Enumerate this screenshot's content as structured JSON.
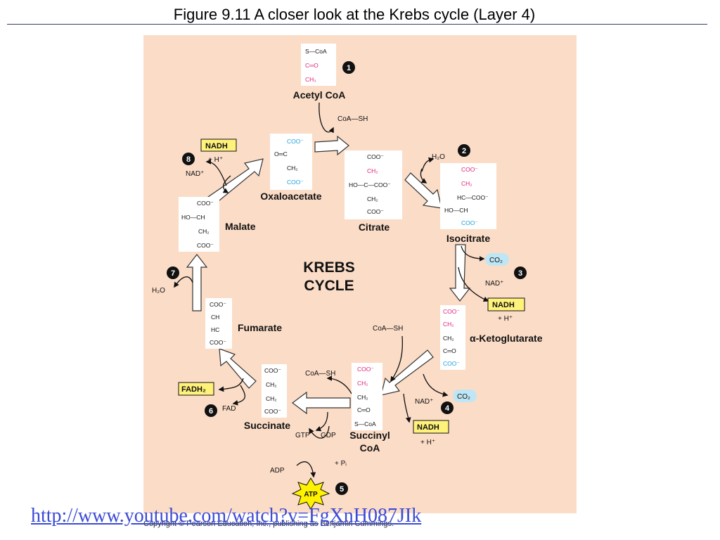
{
  "slide": {
    "title": "Figure 9.11  A closer look at the Krebs cycle (Layer 4)",
    "link_text": "http://www.youtube.com/watch?v=FgXnH087JIk",
    "copyright": "Copyright © Pearson Education, Inc., publishing as Benjamin Cummings."
  },
  "colors": {
    "background": "#fbdcc7",
    "highlight": "#fff27a",
    "co2_bubble": "#bfe6f5",
    "pink_carbon": "#e0207a",
    "blue_carbon": "#1aa0d8",
    "arrow_fill": "#ffffff"
  },
  "cycle": {
    "center_line1": "KREBS",
    "center_line2": "CYCLE",
    "molecules": {
      "acetyl_coa": {
        "name": "Acetyl CoA",
        "lines": [
          "S—CoA",
          "C═O",
          "CH₃"
        ]
      },
      "oxaloacetate": {
        "name": "Oxaloacetate",
        "lines": [
          "COO⁻",
          "O═C",
          "CH₂",
          "COO⁻"
        ]
      },
      "citrate": {
        "name": "Citrate",
        "lines": [
          "COO⁻",
          "CH₂",
          "HO—C—COO⁻",
          "CH₂",
          "COO⁻"
        ]
      },
      "isocitrate": {
        "name": "Isocitrate",
        "lines": [
          "COO⁻",
          "CH₂",
          "HC—COO⁻",
          "HO—CH",
          "COO⁻"
        ]
      },
      "ketoglutarate": {
        "name": "α-Ketoglutarate",
        "lines": [
          "COO⁻",
          "CH₂",
          "CH₂",
          "C═O",
          "COO⁻"
        ]
      },
      "succinyl_coa": {
        "name_line1": "Succinyl",
        "name_line2": "CoA",
        "lines": [
          "COO⁻",
          "CH₂",
          "CH₂",
          "C═O",
          "S—CoA"
        ]
      },
      "succinate": {
        "name": "Succinate",
        "lines": [
          "COO⁻",
          "CH₂",
          "CH₂",
          "COO⁻"
        ]
      },
      "fumarate": {
        "name": "Fumarate",
        "lines": [
          "COO⁻",
          "CH",
          "HC",
          "COO⁻"
        ]
      },
      "malate": {
        "name": "Malate",
        "lines": [
          "COO⁻",
          "HO—CH",
          "CH₂",
          "COO⁻"
        ]
      }
    },
    "step_numbers": [
      "1",
      "2",
      "3",
      "4",
      "5",
      "6",
      "7",
      "8"
    ],
    "side_labels": {
      "coa_sh_1": "CoA—SH",
      "h2o_2": "H₂O",
      "co2_3": "CO₂",
      "nad_3": "NAD⁺",
      "nadh_3": "NADH",
      "hplus_3": "+ H⁺",
      "coa_sh_4": "CoA—SH",
      "co2_4": "CO₂",
      "nad_4": "NAD⁺",
      "nadh_4": "NADH",
      "hplus_4": "+ H⁺",
      "coa_sh_5": "CoA—SH",
      "gtp": "GTP",
      "gdp": "GDP",
      "pi": "+ Pᵢ",
      "adp": "ADP",
      "atp": "ATP",
      "fadh2": "FADH₂",
      "fad": "FAD",
      "h2o_7": "H₂O",
      "nadh_8": "NADH",
      "hplus_8": "+ H⁺",
      "nad_8": "NAD⁺"
    }
  }
}
